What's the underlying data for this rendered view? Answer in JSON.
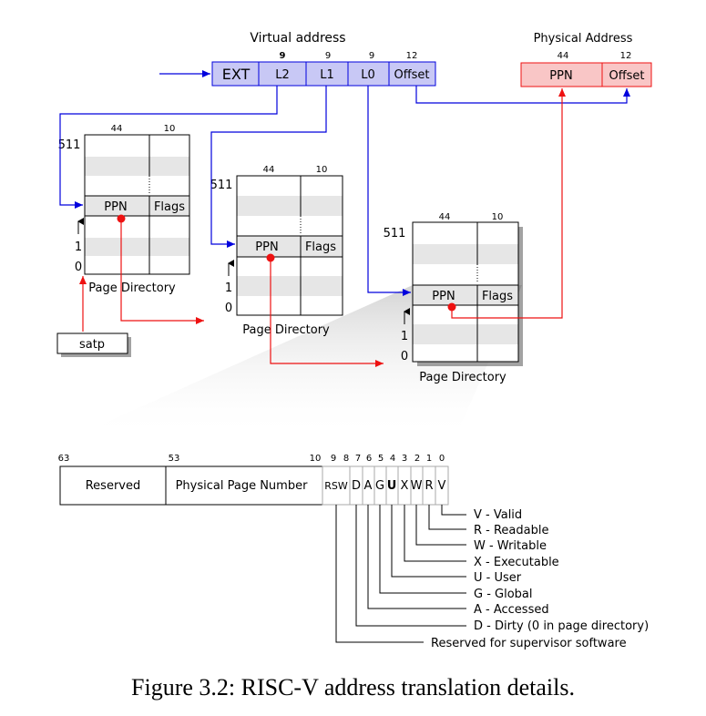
{
  "virtual_address": {
    "title": "Virtual address",
    "fields": [
      {
        "label": "EXT",
        "bits": ""
      },
      {
        "label": "L2",
        "bits": "9"
      },
      {
        "label": "L1",
        "bits": "9"
      },
      {
        "label": "L0",
        "bits": "9"
      },
      {
        "label": "Offset",
        "bits": "12"
      }
    ]
  },
  "physical_address": {
    "title": "Physical Address",
    "fields": [
      {
        "label": "PPN",
        "bits": "44"
      },
      {
        "label": "Offset",
        "bits": "12"
      }
    ]
  },
  "page_directory": {
    "label": "Page Directory",
    "col_bits": [
      "44",
      "10"
    ],
    "entry_labels": {
      "ppn": "PPN",
      "flags": "Flags"
    },
    "row_labels": {
      "top": "511",
      "one": "1",
      "zero": "0"
    }
  },
  "satp_label": "satp",
  "pte": {
    "bit_numbers": {
      "b63": "63",
      "b53": "53",
      "b10": "10",
      "b9": "9",
      "b8": "8",
      "b7": "7",
      "b6": "6",
      "b5": "5",
      "b4": "4",
      "b3": "3",
      "b2": "2",
      "b1": "1",
      "b0": "0"
    },
    "fields": {
      "reserved": "Reserved",
      "ppn": "Physical Page Number",
      "rsw": "RSW",
      "d": "D",
      "a": "A",
      "g": "G",
      "u": "U",
      "x": "X",
      "w": "W",
      "r": "R",
      "v": "V"
    },
    "legend": [
      "V - Valid",
      "R  - Readable",
      "W - Writable",
      "X - Executable",
      "U - User",
      "G - Global",
      "A - Accessed",
      "D - Dirty (0 in page directory)",
      "Reserved for supervisor software"
    ]
  },
  "caption": "Figure 3.2: RISC-V address translation details.",
  "colors": {
    "blue_fill": "#c8c8f5",
    "blue_line": "#0000dd",
    "red_fill": "#f9c6c6",
    "red_line": "#ee1111",
    "row_shade": "#e6e6e6"
  }
}
